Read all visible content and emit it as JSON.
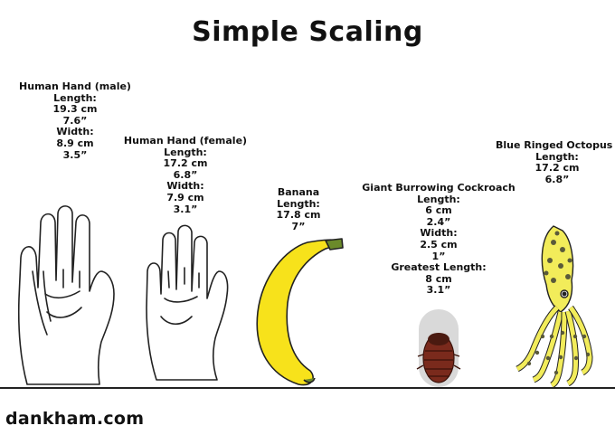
{
  "title": "Simple Scaling",
  "footer": "dankham.com",
  "items": {
    "male_hand": {
      "name": "Human Hand (male)",
      "lines": [
        "Length:",
        "19.3 cm",
        "7.6”",
        "Width:",
        "8.9 cm",
        "3.5”"
      ]
    },
    "female_hand": {
      "name": "Human Hand (female)",
      "lines": [
        "Length:",
        "17.2 cm",
        "6.8”",
        "Width:",
        "7.9 cm",
        "3.1”"
      ]
    },
    "banana": {
      "name": "Banana",
      "lines": [
        "Length:",
        "17.8 cm",
        "7”"
      ]
    },
    "cockroach": {
      "name": "Giant Burrowing Cockroach",
      "lines": [
        "Length:",
        "6 cm",
        "2.4”",
        "Width:",
        "2.5 cm",
        "1”",
        "Greatest Length:",
        "8 cm",
        "3.1”"
      ]
    },
    "octopus": {
      "name": "Blue Ringed Octopus",
      "lines": [
        "Length:",
        "17.2 cm",
        "6.8”"
      ]
    }
  },
  "colors": {
    "banana": "#f7e21b",
    "octopus": "#f2ec5a",
    "octopus_spots": "#5a5a3a",
    "cockroach": "#7a2a1c",
    "shadow": "#d9d9d9"
  },
  "icons": [
    "hand-icon",
    "banana-icon",
    "cockroach-icon",
    "octopus-icon"
  ]
}
